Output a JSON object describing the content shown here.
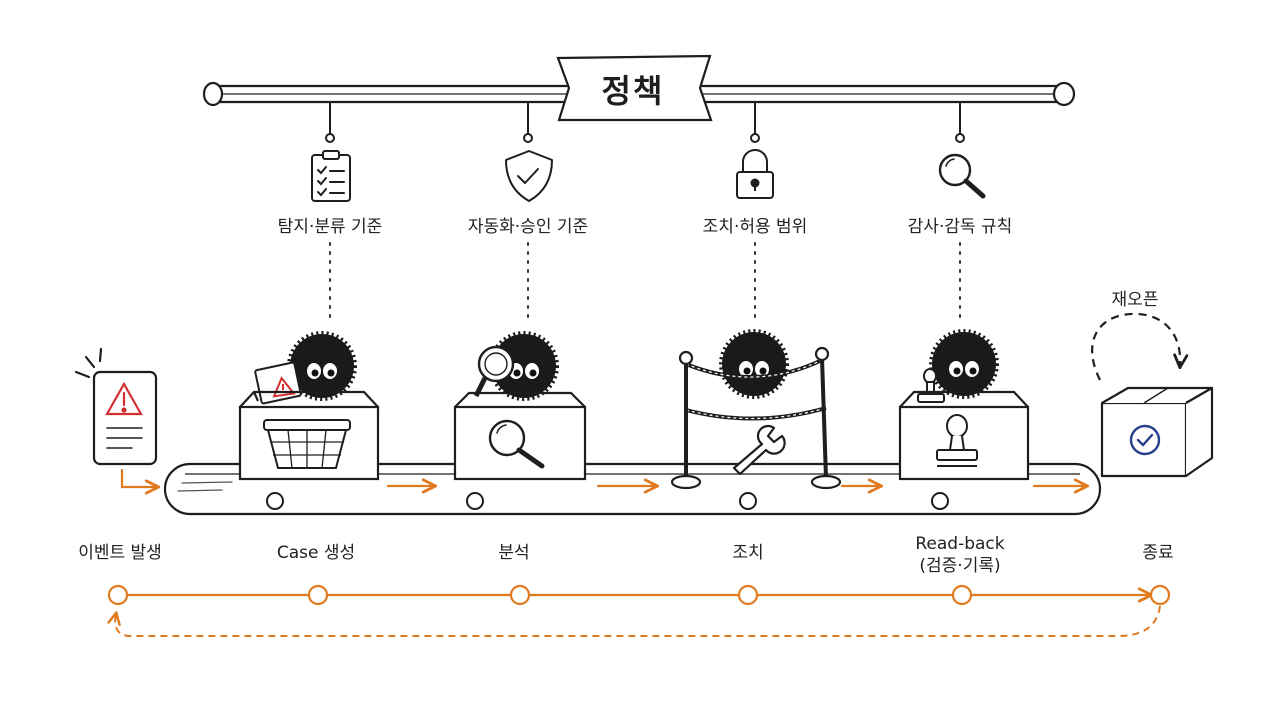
{
  "policy": {
    "title": "정책",
    "items": [
      {
        "label": "탐지·분류 기준",
        "icon": "clipboard-checklist-icon"
      },
      {
        "label": "자동화·승인 기준",
        "icon": "shield-check-icon"
      },
      {
        "label": "조치·허용 범위",
        "icon": "padlock-icon"
      },
      {
        "label": "감사·감독 규칙",
        "icon": "magnifier-icon"
      }
    ]
  },
  "stages": [
    {
      "label": "이벤트 발생",
      "icon": "alert-document-icon"
    },
    {
      "label": "Case 생성",
      "icon": "basket-icon"
    },
    {
      "label": "분석",
      "icon": "magnifier-icon"
    },
    {
      "label": "조치",
      "icon": "wrench-icon"
    },
    {
      "label": "Read-back",
      "sublabel": "(검증·기록)",
      "icon": "stamp-icon"
    },
    {
      "label": "종료",
      "icon": "check-box-icon"
    }
  ],
  "reopen_label": "재오픈",
  "colors": {
    "flow": "#e07a1f",
    "ink": "#1e1e1e",
    "alert": "#d32f2f",
    "check": "#27408b"
  }
}
